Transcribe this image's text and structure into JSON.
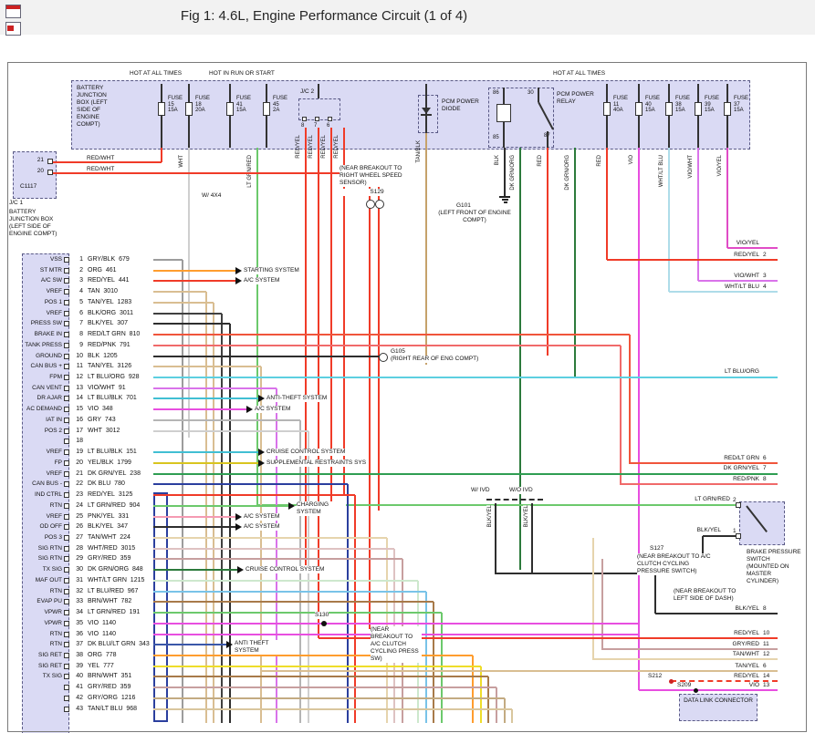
{
  "page": {
    "title": "Fig 1: 4.6L, Engine Performance Circuit (1 of 4)"
  },
  "wire_colors": {
    "RED": "#f03b28",
    "RED/WHT": "#f03b28",
    "RED/YEL": "#f03b28",
    "RED/LT GRN": "#f0553b",
    "RED/PNK": "#f06a6a",
    "ORG": "#ff9d2e",
    "GRY": "#b5b5b5",
    "GRY/BLK": "#9c9c9c",
    "GRY/RED": "#c79f9f",
    "GRY/ORG": "#c3ab82",
    "TAN": "#d9be92",
    "TAN/YEL": "#d9be92",
    "TAN/BLK": "#c6a26b",
    "TAN/WHT": "#e6d4ad",
    "TAN/LT BLU": "#d9c69e",
    "BLK": "#2e2e2e",
    "BLK/ORG": "#404040",
    "BLK/YEL": "#2e2e2e",
    "LT BLU/ORG": "#5ccfe0",
    "LT BLU/BLK": "#41bfd3",
    "LT BLU/RED": "#79c3e8",
    "VIO": "#e84ee0",
    "VIO/WHT": "#d973ea",
    "VIO/YEL": "#e04cc6",
    "WHT": "#cfcfcf",
    "WHT/RED": "#dec2c2",
    "WHT/LT GRN": "#cde8cd",
    "WHT/LT BLU": "#aedce9",
    "YEL": "#eedd2a",
    "YEL/BLK": "#d8c51f",
    "DK GRN/YEL": "#2f9e52",
    "DK GRN/ORG": "#2c7a3c",
    "DK BLU": "#2b3f9e",
    "DK BLU/LT GRN": "#3a57a8",
    "LT GRN/RED": "#6cc96c",
    "PNK/YEL": "#f59ab2",
    "BRN/WHT": "#a87a49"
  },
  "top_box": {
    "hot_left": "HOT AT ALL TIMES",
    "hot_mid": "HOT IN RUN OR START",
    "hot_right": "HOT AT ALL TIMES",
    "bjb_label": "BATTERY JUNCTION BOX (LEFT SIDE OF ENGINE COMPT)",
    "jc2_label": "J/C 2",
    "jc2_pins": [
      "8",
      "7",
      "6"
    ],
    "diode_label": "PCM POWER DIODE",
    "relay_label": "PCM POWER RELAY",
    "relay_pins": [
      "86",
      "85",
      "30",
      "87"
    ],
    "fuses": [
      {
        "name": "FUSE 15",
        "amp": "15A"
      },
      {
        "name": "FUSE 18",
        "amp": "20A"
      },
      {
        "name": "FUSE 41",
        "amp": "15A"
      },
      {
        "name": "FUSE 45",
        "amp": "2A"
      },
      {
        "name": "FUSE 11",
        "amp": "40A"
      },
      {
        "name": "FUSE 40",
        "amp": "15A"
      },
      {
        "name": "FUSE 38",
        "amp": "15A"
      },
      {
        "name": "FUSE 39",
        "amp": "15A"
      },
      {
        "name": "FUSE 37",
        "amp": "15A"
      }
    ]
  },
  "jc1": {
    "name": "J/C 1",
    "connector": "C1117",
    "pins": [
      "21",
      "20"
    ],
    "wire": "RED/WHT",
    "caption": "BATTERY JUNCTION BOX (LEFT SIDE OF ENGINE COMPT)"
  },
  "vertical_wires": [
    "WHT",
    "LT GRN/RED",
    "RED/YEL",
    "RED/YEL",
    "RED/YEL",
    "RED/YEL",
    "TAN/BLK",
    "BLK",
    "DK GRN/ORG",
    "RED",
    "DK GRN/ORG",
    "RED",
    "VIO",
    "WHT/LT BLU",
    "VIO/WHT",
    "VIO/YEL"
  ],
  "notes": {
    "w4x4": "W/ 4X4",
    "s129_note": "(NEAR BREAKOUT TO RIGHT WHEEL SPEED SENSOR)",
    "s129": "S129",
    "g101": "G101",
    "g101_note": "(LEFT FRONT OF ENGINE COMPT)",
    "w_ivd": "W/ IVD",
    "wo_ivd": "W/O IVD",
    "ivd_wire": "BLK/YEL",
    "s127": "S127",
    "s127_note": "(NEAR BREAKOUT TO A/C CLUTCH CYCLING PRESSURE SWITCH)",
    "brake_label": "BRAKE PRESSURE SWITCH (MOUNTED ON MASTER CYLINDER)",
    "dash_note": "(NEAR BREAKOUT TO LEFT SIDE OF DASH)",
    "s130_note": "(NEAR BREAKOUT TO A/C CLUTCH CYCLING PRESS SW)",
    "s212": "S212",
    "s209": "S209",
    "dlc": "DATA LINK CONNECTOR"
  },
  "brake_switch": {
    "wire2": "LT GRN/RED",
    "pin2": "2",
    "wire1": "BLK/YEL",
    "pin1": "1"
  },
  "pins": [
    {
      "n": "1",
      "sig": "VSS",
      "wire": "GRY/BLK",
      "circ": "679"
    },
    {
      "n": "2",
      "sig": "ST MTR",
      "wire": "ORG",
      "circ": "461",
      "to": "STARTING SYSTEM"
    },
    {
      "n": "3",
      "sig": "A/C SW",
      "wire": "RED/YEL",
      "circ": "441",
      "to": "A/C SYSTEM"
    },
    {
      "n": "4",
      "sig": "VREF",
      "wire": "TAN",
      "circ": "3010"
    },
    {
      "n": "5",
      "sig": "POS 1",
      "wire": "TAN/YEL",
      "circ": "1283"
    },
    {
      "n": "6",
      "sig": "VREF",
      "wire": "BLK/ORG",
      "circ": "3011"
    },
    {
      "n": "7",
      "sig": "PRESS SW",
      "wire": "BLK/YEL",
      "circ": "307"
    },
    {
      "n": "8",
      "sig": "BRAKE IN",
      "wire": "RED/LT GRN",
      "circ": "810"
    },
    {
      "n": "9",
      "sig": "TANK PRESS",
      "wire": "RED/PNK",
      "circ": "791"
    },
    {
      "n": "10",
      "sig": "GROUND",
      "wire": "BLK",
      "circ": "1205",
      "ground_label": "G105",
      "ground_note": "(RIGHT REAR OF ENG COMPT)"
    },
    {
      "n": "11",
      "sig": "CAN BUS +",
      "wire": "TAN/YEL",
      "circ": "3126"
    },
    {
      "n": "12",
      "sig": "FPM",
      "wire": "LT BLU/ORG",
      "circ": "928"
    },
    {
      "n": "13",
      "sig": "CAN VENT",
      "wire": "VIO/WHT",
      "circ": "91"
    },
    {
      "n": "14",
      "sig": "DR AJAR",
      "wire": "LT BLU/BLK",
      "circ": "701",
      "to": "ANTI-THEFT SYSTEM"
    },
    {
      "n": "15",
      "sig": "AC DEMAND",
      "wire": "VIO",
      "circ": "348",
      "to": "A/C SYSTEM"
    },
    {
      "n": "16",
      "sig": "IAT IN",
      "wire": "GRY",
      "circ": "743"
    },
    {
      "n": "17",
      "sig": "POS 2",
      "wire": "WHT",
      "circ": "3012"
    },
    {
      "n": "18",
      "sig": "",
      "wire": "",
      "circ": ""
    },
    {
      "n": "19",
      "sig": "VREF",
      "wire": "LT BLU/BLK",
      "circ": "151",
      "to": "CRUISE CONTROL SYSTEM"
    },
    {
      "n": "20",
      "sig": "FP",
      "wire": "YEL/BLK",
      "circ": "1799",
      "to": "SUPPLEMENTAL RESTRAINTS SYS"
    },
    {
      "n": "21",
      "sig": "VREF",
      "wire": "DK GRN/YEL",
      "circ": "238"
    },
    {
      "n": "22",
      "sig": "CAN BUS -",
      "wire": "DK BLU",
      "circ": "780"
    },
    {
      "n": "23",
      "sig": "IND CTRL",
      "wire": "RED/YEL",
      "circ": "3125"
    },
    {
      "n": "24",
      "sig": "RTN",
      "wire": "LT GRN/RED",
      "circ": "904",
      "to": "CHARGING SYSTEM"
    },
    {
      "n": "25",
      "sig": "VREF",
      "wire": "PNK/YEL",
      "circ": "331",
      "to": "A/C SYSTEM"
    },
    {
      "n": "26",
      "sig": "OD OFF",
      "wire": "BLK/YEL",
      "circ": "347",
      "to": "A/C SYSTEM"
    },
    {
      "n": "27",
      "sig": "POS 3",
      "wire": "TAN/WHT",
      "circ": "224"
    },
    {
      "n": "28",
      "sig": "SIG RTN",
      "wire": "WHT/RED",
      "circ": "3015"
    },
    {
      "n": "29",
      "sig": "SIG RTN",
      "wire": "GRY/RED",
      "circ": "359"
    },
    {
      "n": "30",
      "sig": "TX SIG",
      "wire": "DK GRN/ORG",
      "circ": "848",
      "to": "CRUISE CONTROL SYSTEM"
    },
    {
      "n": "31",
      "sig": "MAF OUT",
      "wire": "WHT/LT GRN",
      "circ": "1215"
    },
    {
      "n": "32",
      "sig": "RTN",
      "wire": "LT BLU/RED",
      "circ": "967"
    },
    {
      "n": "33",
      "sig": "EVAP PU",
      "wire": "BRN/WHT",
      "circ": "782"
    },
    {
      "n": "34",
      "sig": "VPWR",
      "wire": "LT GRN/RED",
      "circ": "191"
    },
    {
      "n": "35",
      "sig": "VPWR",
      "wire": "VIO",
      "circ": "1140",
      "splice": "S130"
    },
    {
      "n": "36",
      "sig": "RTN",
      "wire": "VIO",
      "circ": "1140"
    },
    {
      "n": "37",
      "sig": "RTN",
      "wire": "DK BLU/LT GRN",
      "circ": "343",
      "to": "ANTI THEFT SYSTEM"
    },
    {
      "n": "38",
      "sig": "SIG RET",
      "wire": "ORG",
      "circ": "778"
    },
    {
      "n": "39",
      "sig": "SIG RET",
      "wire": "YEL",
      "circ": "777"
    },
    {
      "n": "40",
      "sig": "TX SIG",
      "wire": "BRN/WHT",
      "circ": "351"
    },
    {
      "n": "41",
      "sig": "",
      "wire": "GRY/RED",
      "circ": "359"
    },
    {
      "n": "42",
      "sig": "",
      "wire": "GRY/ORG",
      "circ": "1216"
    },
    {
      "n": "43",
      "sig": "",
      "wire": "TAN/LT BLU",
      "circ": "968"
    }
  ],
  "right_labels": [
    {
      "wire": "VIO/YEL",
      "pin": ""
    },
    {
      "wire": "RED/YEL",
      "pin": "2"
    },
    {
      "wire": "VIO/WHT",
      "pin": "3"
    },
    {
      "wire": "WHT/LT BLU",
      "pin": "4"
    },
    {
      "wire": "LT BLU/ORG",
      "pin": ""
    },
    {
      "wire": "RED/LT GRN",
      "pin": "6"
    },
    {
      "wire": "DK GRN/YEL",
      "pin": "7"
    },
    {
      "wire": "RED/PNK",
      "pin": "8"
    },
    {
      "wire": "BLK/YEL",
      "pin": "8"
    },
    {
      "wire": "RED/YEL",
      "pin": "10"
    },
    {
      "wire": "GRY/RED",
      "pin": "11"
    },
    {
      "wire": "TAN/WHT",
      "pin": "12"
    },
    {
      "wire": "TAN/YEL",
      "pin": "6"
    },
    {
      "wire": "RED/YEL",
      "pin": "14"
    },
    {
      "wire": "VIO",
      "pin": "13"
    }
  ]
}
